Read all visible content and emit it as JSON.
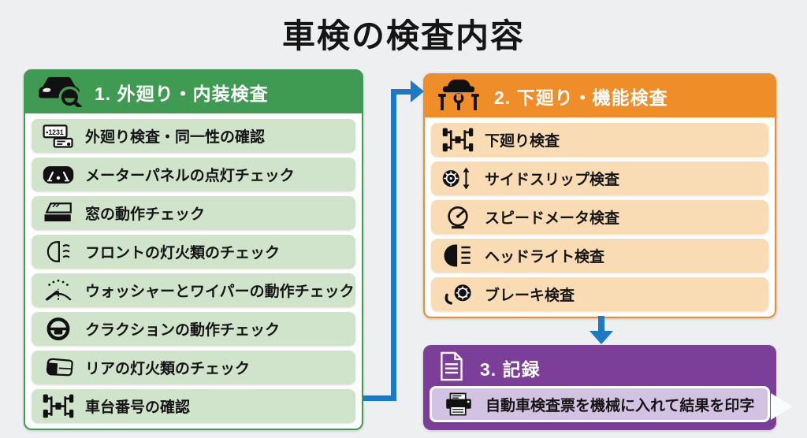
{
  "page": {
    "title": "車検の検査内容"
  },
  "colors": {
    "bg": "#edeff0",
    "ink": "#151515",
    "green": "#3f9b52",
    "green_light": "#cfe4ca",
    "orange": "#ef8e28",
    "orange_light": "#fadcb4",
    "purple": "#7b3f99",
    "purple_light": "#d3c2e1",
    "arrow": "#1d78c6"
  },
  "sections": [
    {
      "id": "exterior-interior",
      "icon": "car-search-icon",
      "title": "1. 外廻り・内装検査",
      "items": [
        {
          "icon": "license-plate-icon",
          "label": "外廻り検査・同一性の確認"
        },
        {
          "icon": "meter-panel-icon",
          "label": "メーターパネルの点灯チェック"
        },
        {
          "icon": "window-icon",
          "label": "窓の動作チェック"
        },
        {
          "icon": "front-light-icon",
          "label": "フロントの灯火類のチェック"
        },
        {
          "icon": "wiper-icon",
          "label": "ウォッシャーとワイパーの動作チェック"
        },
        {
          "icon": "steering-wheel-icon",
          "label": "クラクションの動作チェック"
        },
        {
          "icon": "rear-light-icon",
          "label": "リアの灯火類のチェック"
        },
        {
          "icon": "chassis-icon",
          "label": "車台番号の確認"
        }
      ]
    },
    {
      "id": "undercarriage-function",
      "icon": "car-lift-icon",
      "title": "2. 下廻り・機能検査",
      "items": [
        {
          "icon": "chassis-icon",
          "label": "下廻り検査"
        },
        {
          "icon": "tire-slip-icon",
          "label": "サイドスリップ検査"
        },
        {
          "icon": "speedometer-icon",
          "label": "スピードメータ検査"
        },
        {
          "icon": "headlight-icon",
          "label": "ヘッドライト検査"
        },
        {
          "icon": "brake-icon",
          "label": "ブレーキ検査"
        }
      ]
    },
    {
      "id": "record",
      "icon": "document-icon",
      "title": "3. 記録",
      "items": [
        {
          "icon": "printer-icon",
          "label": "自動車検査票を機械に入れて結果を印字"
        }
      ]
    }
  ]
}
